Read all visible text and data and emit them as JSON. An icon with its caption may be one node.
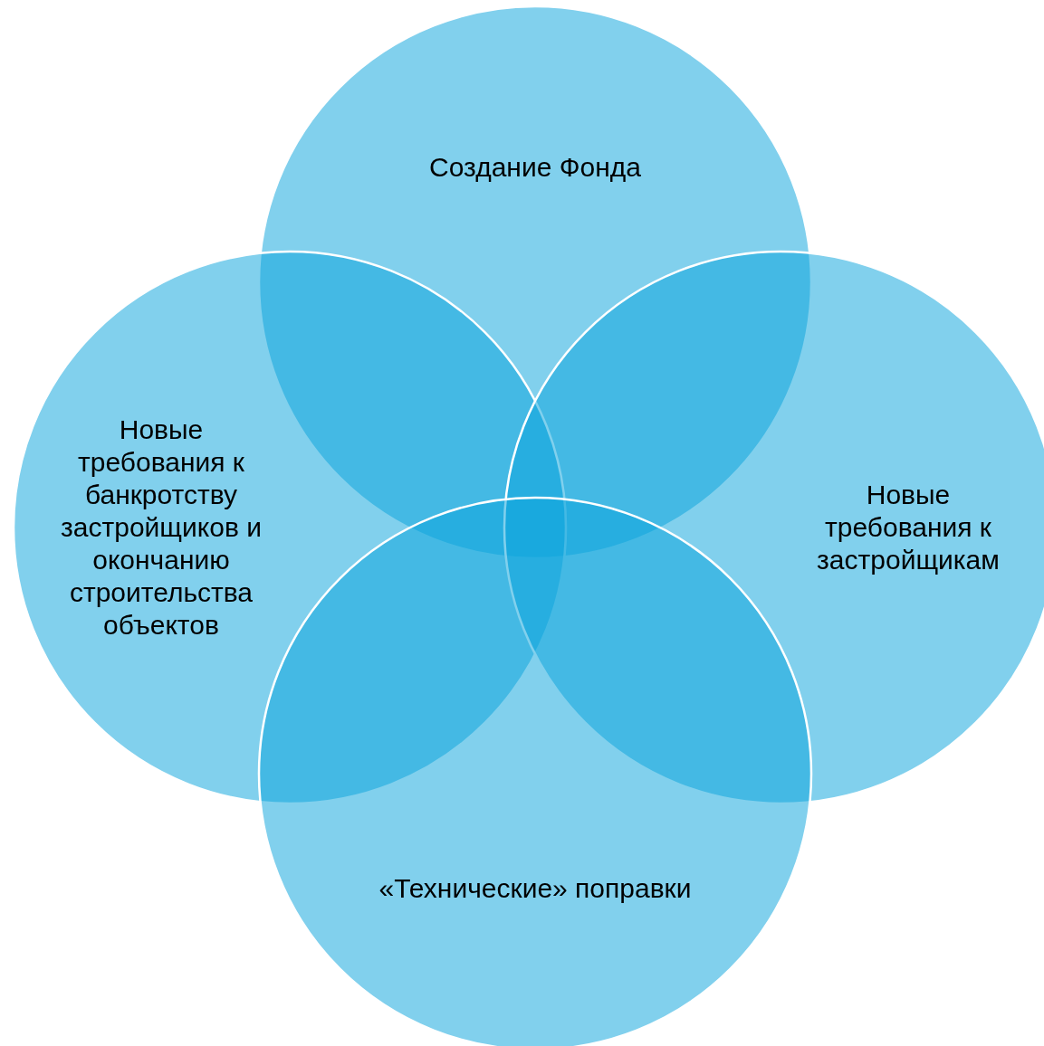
{
  "diagram": {
    "nodes": [
      {
        "text": [
          "Создание Фонда"
        ]
      },
      {
        "text": [
          "Новые требования к банкротству застройщиков и окончанию строительства объектов"
        ]
      },
      {
        "text": [
          "Новые требования к застройщикам"
        ]
      },
      {
        "text": [
          "«Технические» поправки"
        ]
      }
    ]
  }
}
